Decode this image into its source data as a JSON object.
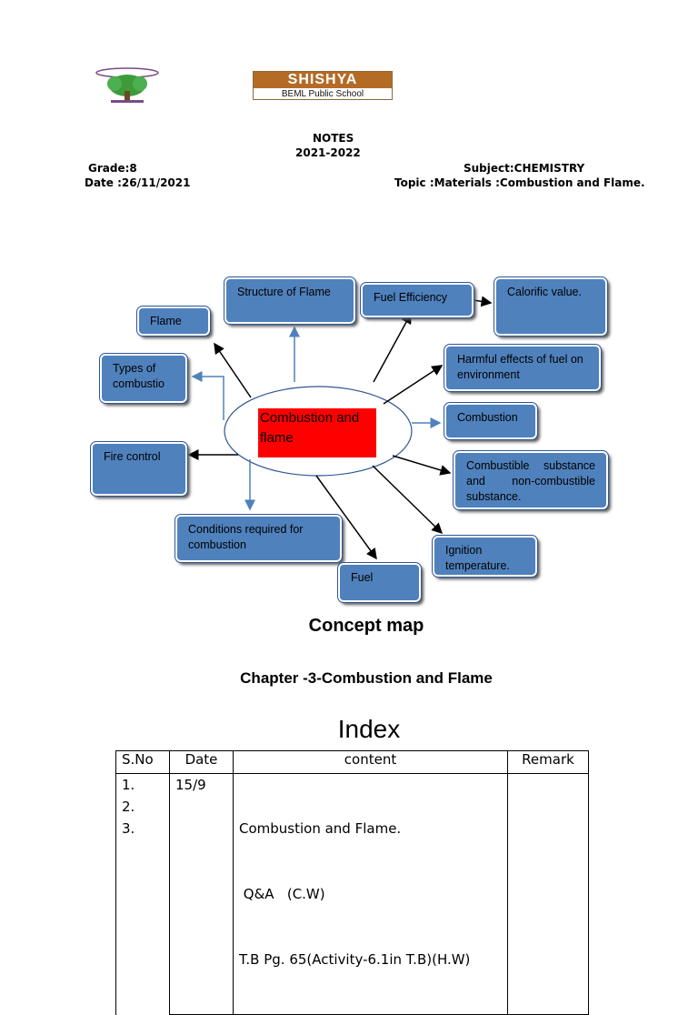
{
  "logos": {
    "school_logo_alt": "school-emblem-tree",
    "shishya_title": "SHISHYA",
    "shishya_subtitle": "BEML Public School"
  },
  "header": {
    "notes": "NOTES",
    "year": "2021-2022",
    "grade": "Grade:8",
    "subject": "Subject:CHEMISTRY",
    "date": "Date :26/11/2021",
    "topic": "Topic :Materials :Combustion and Flame."
  },
  "concept_map": {
    "center": "Combustion and flame",
    "nodes": {
      "structure": "Structure of Flame",
      "fuel_efficiency": "Fuel Efficiency",
      "calorific": "Calorific value.",
      "flame": "Flame",
      "types": "Types of combustio",
      "harmful": "Harmful effects of fuel on environment",
      "combustion": "Combustion",
      "fire_control": "Fire control",
      "combustible": "Combustible substance and non-combustible substance.",
      "conditions": "Conditions required for combustion",
      "ignition": "Ignition temperature.",
      "fuel": "Fuel"
    },
    "caption": "Concept map"
  },
  "chapter_title": "Chapter -3-Combustion and Flame",
  "index": {
    "title": "Index",
    "columns": [
      "S.No",
      "Date",
      "content",
      "Remark"
    ],
    "rows": [
      {
        "sno": "1.",
        "date": "15/9",
        "content": "Combustion and Flame.",
        "remark": ""
      },
      {
        "sno": "2.",
        "date": "",
        "content": " Q&A   (C.W)",
        "remark": ""
      },
      {
        "sno": "3.",
        "date": "",
        "content": "T.B Pg. 65(Activity-6.1in T.B)(H.W)",
        "remark": ""
      }
    ]
  },
  "colors": {
    "node_fill": "#4f81bd",
    "center_fill": "#ff0000",
    "arrow_blue": "#4f81bd",
    "arrow_black": "#000000",
    "logo_brown": "#b46b26"
  }
}
